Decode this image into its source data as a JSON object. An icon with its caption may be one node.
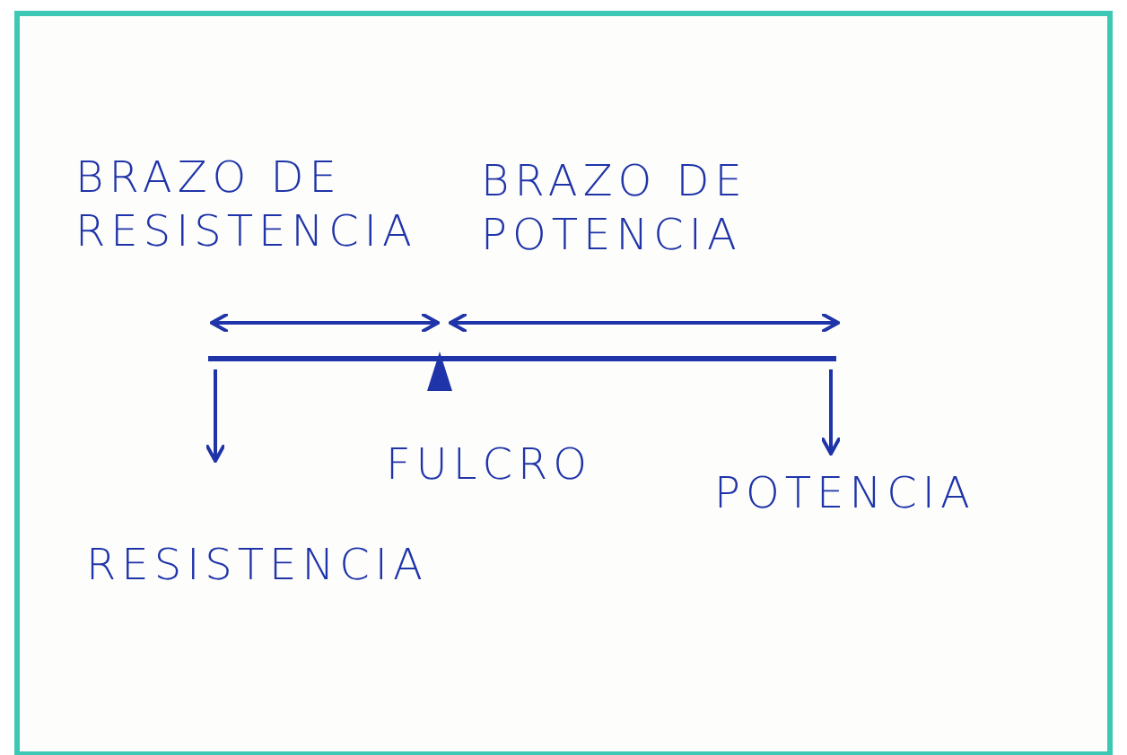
{
  "diagram": {
    "labels": [
      "BRAZO DE RESISTENCIA",
      "BRAZO DE POTENCIA",
      "FULCRO",
      "RESISTENCIA",
      "POTENCIA"
    ]
  }
}
